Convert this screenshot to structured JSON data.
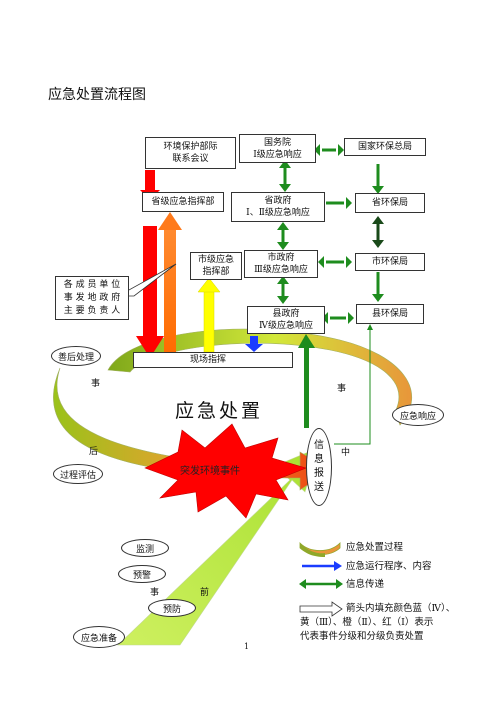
{
  "title": "应急处置流程图",
  "boxes": {
    "env_meeting": [
      "环境保护部际",
      "联系会议"
    ],
    "state_council": [
      "国务院",
      "Ⅰ级应急响应"
    ],
    "national_epb": "国家环保总局",
    "provincial_hq": "省级应急指挥部",
    "provincial_gov": [
      "省政府",
      "Ⅰ、Ⅱ级应急响应"
    ],
    "provincial_epb": "省环保局",
    "city_hq": [
      "市级应急",
      "指挥部"
    ],
    "city_gov": [
      "市政府",
      "Ⅲ级应急响应"
    ],
    "city_epb": "市环保局",
    "county_gov": [
      "县政府",
      "Ⅳ级应急响应"
    ],
    "county_epb": "县环保局",
    "field_command": "现场指挥"
  },
  "callout": [
    "各 成 员 单 位",
    "事 发 地 政 府",
    "主 要 负 责 人"
  ],
  "ovals": {
    "aftermath": "善后处理",
    "assessment": "过程评估",
    "response": "应急响应",
    "preparation": "应急准备",
    "monitoring": "监测",
    "warning": "预警",
    "prevention": "预防"
  },
  "center_label": "应急处置",
  "event_label": "突发环境事件",
  "info_report": [
    "信",
    "息",
    "报",
    "送"
  ],
  "stage_chars": {
    "shi_top": "事",
    "hou": "后",
    "shi_right": "事",
    "zhong": "中",
    "shi_bottom": "事",
    "qian": "前"
  },
  "legend": {
    "process": "应急处置过程",
    "procedure": "应急运行程序、内容",
    "info": "信息传递",
    "arrow_note": [
      "箭头内填充颜色蓝（Ⅳ）、",
      "黄（Ⅲ）、橙（Ⅱ）、红（Ⅰ）表示",
      "代表事件分级和分级负责处置"
    ]
  },
  "page_number": "1",
  "colors": {
    "red": "#ff0000",
    "orange": "#ff7a1a",
    "yellow": "#ffff00",
    "blue": "#1a3cff",
    "green": "#1e8c1e",
    "lime": "#c8f040",
    "olive": "#8fa82a"
  }
}
